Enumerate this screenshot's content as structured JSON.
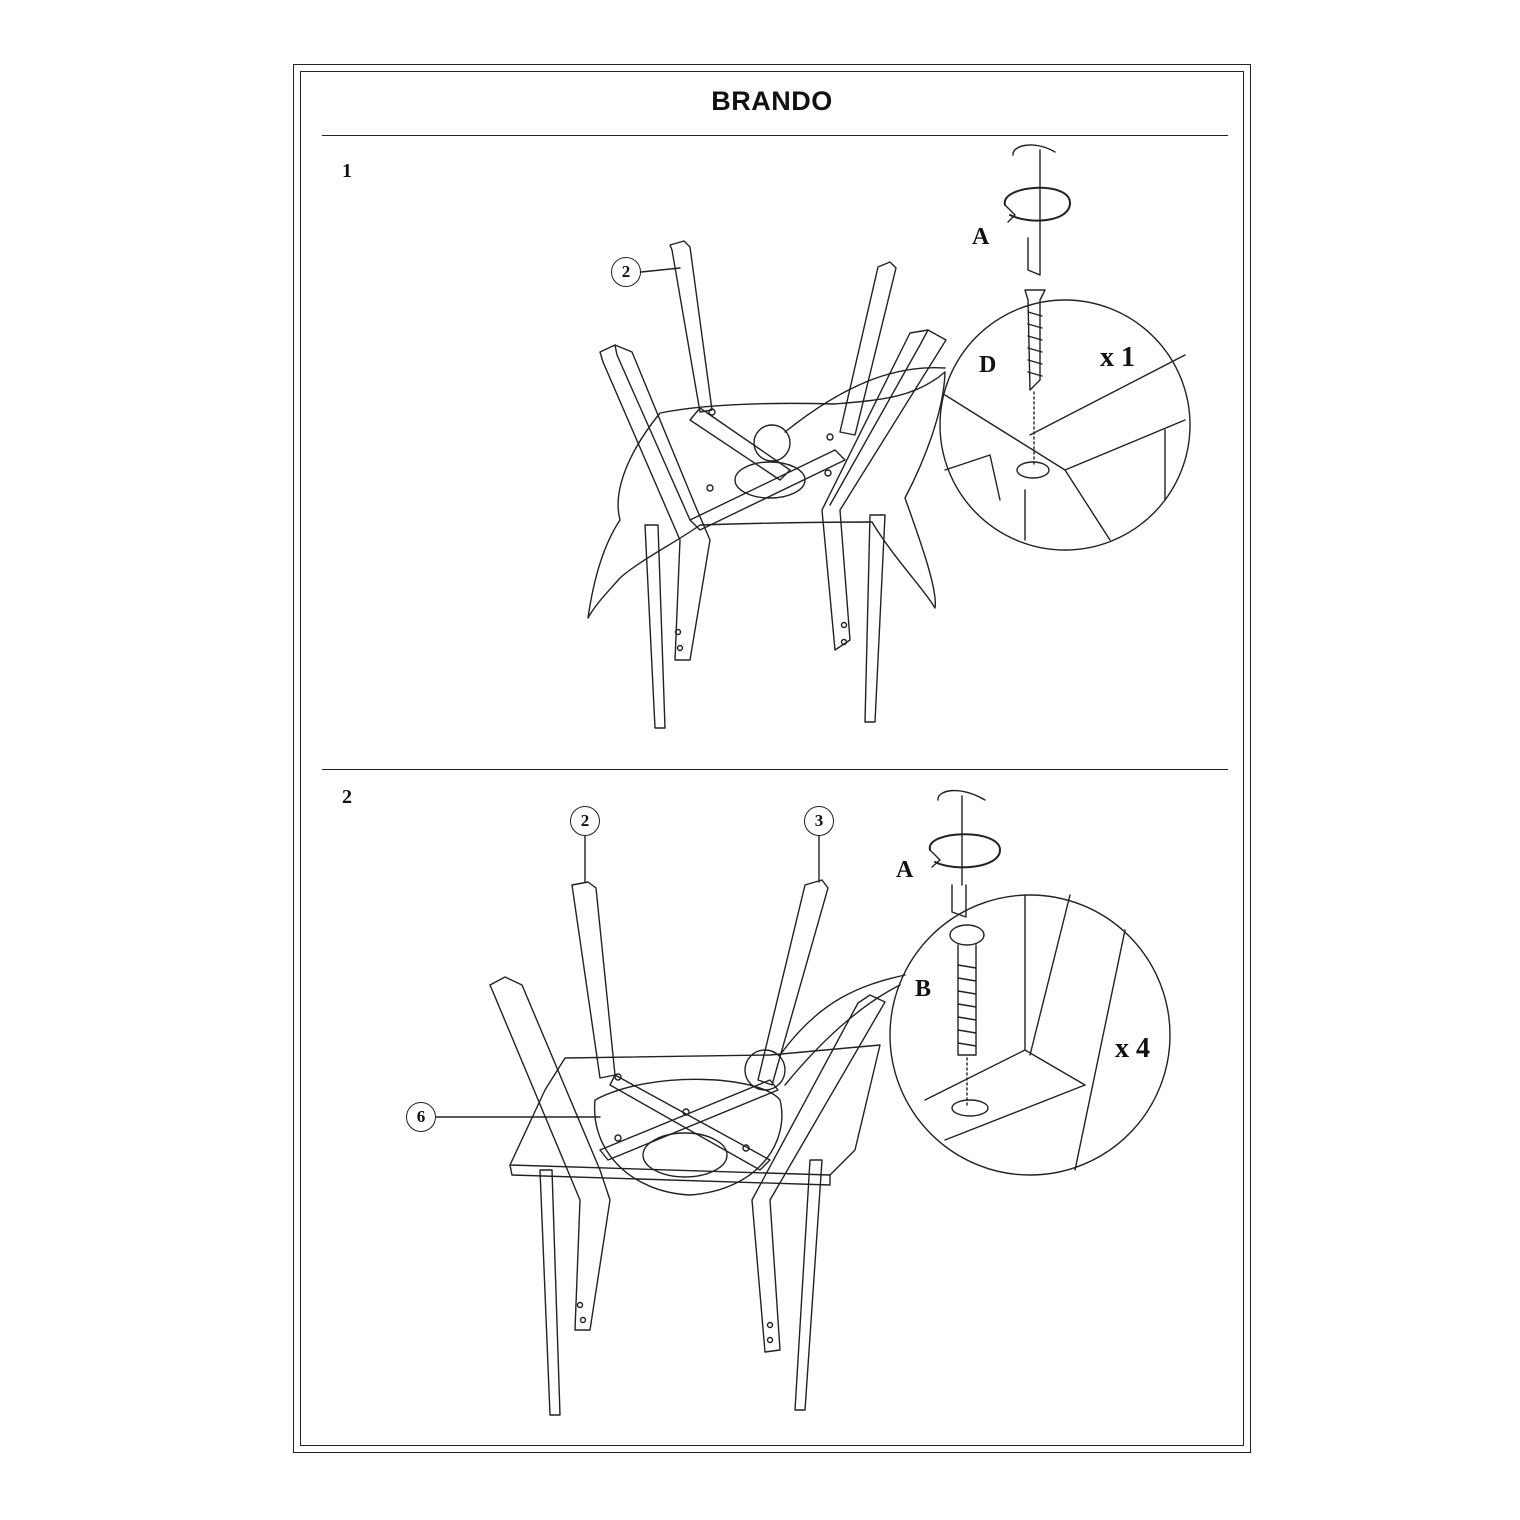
{
  "document": {
    "title": "BRANDO"
  },
  "steps": [
    {
      "number": "1",
      "callouts": [
        "2"
      ],
      "tool_label": "A",
      "hardware_label": "D",
      "quantity": "x 1"
    },
    {
      "number": "2",
      "callouts": [
        "2",
        "3",
        "6"
      ],
      "tool_label": "A",
      "hardware_label": "B",
      "quantity": "x 4"
    }
  ],
  "colors": {
    "line": "#222222",
    "background": "#ffffff"
  }
}
